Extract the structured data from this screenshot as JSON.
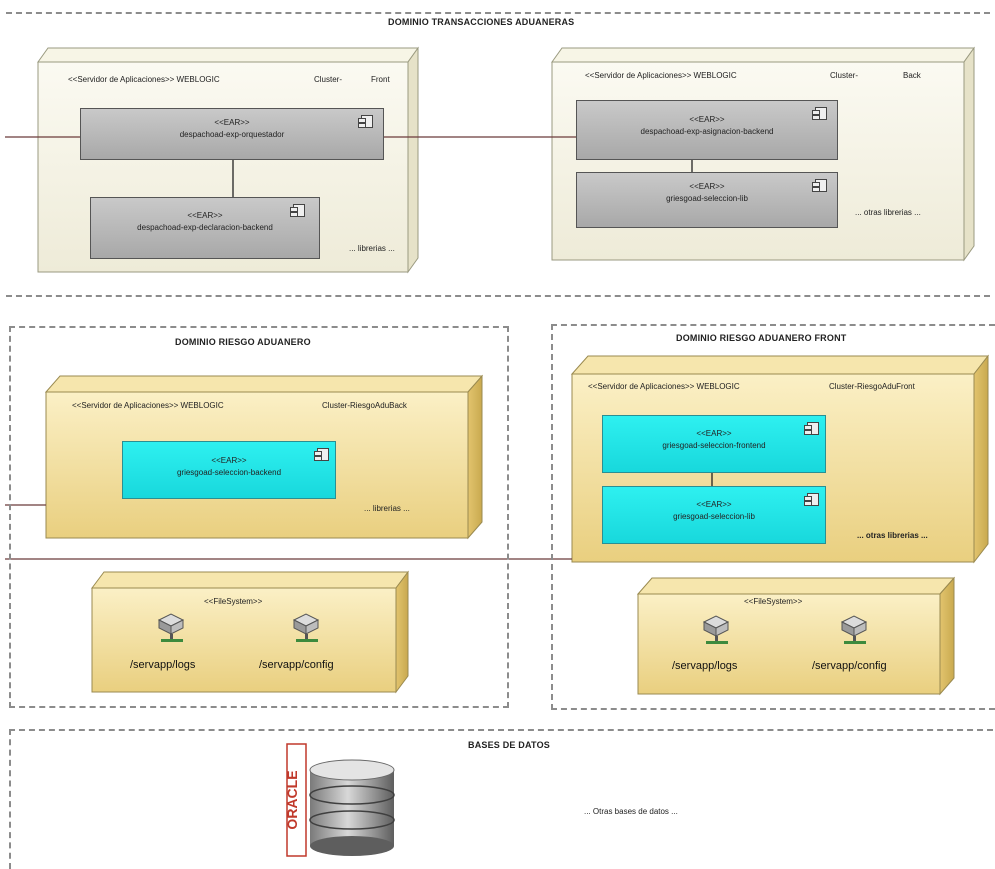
{
  "domains": {
    "transacciones": {
      "title": "DOMINIO TRANSACCIONES ADUANERAS",
      "front_node": {
        "stereotype": "<<Servidor de Aplicaciones>> WEBLOGIC",
        "cluster": "Cluster-",
        "cluster_role": "Front",
        "components": [
          {
            "stereotype": "<<EAR>>",
            "name": "despachoad-exp-orquestador"
          },
          {
            "stereotype": "<<EAR>>",
            "name": "despachoad-exp-declaracion-backend"
          }
        ],
        "extra": "... librerias ..."
      },
      "back_node": {
        "stereotype": "<<Servidor de Aplicaciones>> WEBLOGIC",
        "cluster": "Cluster-",
        "cluster_role": "Back",
        "components": [
          {
            "stereotype": "<<EAR>>",
            "name": "despachoad-exp-asignacion-backend"
          },
          {
            "stereotype": "<<EAR>>",
            "name": "griesgoad-seleccion-lib"
          }
        ],
        "extra": "... otras librerias ..."
      }
    },
    "riesgo": {
      "title": "DOMINIO RIESGO ADUANERO",
      "node": {
        "stereotype": "<<Servidor de Aplicaciones>> WEBLOGIC",
        "cluster": "Cluster-RiesgoAduBack",
        "components": [
          {
            "stereotype": "<<EAR>>",
            "name": "griesgoad-seleccion-backend"
          }
        ],
        "extra": "... librerias ..."
      },
      "filesystem": {
        "stereotype": "<<FileSystem>>",
        "items": [
          "/servapp/logs",
          "/servapp/config"
        ]
      }
    },
    "riesgo_front": {
      "title": "DOMINIO RIESGO ADUANERO FRONT",
      "node": {
        "stereotype": "<<Servidor de Aplicaciones>> WEBLOGIC",
        "cluster": "Cluster-RiesgoAduFront",
        "components": [
          {
            "stereotype": "<<EAR>>",
            "name": "griesgoad-seleccion-frontend"
          },
          {
            "stereotype": "<<EAR>>",
            "name": "griesgoad-seleccion-lib"
          }
        ],
        "extra": "... otras librerias ..."
      },
      "filesystem": {
        "stereotype": "<<FileSystem>>",
        "items": [
          "/servapp/logs",
          "/servapp/config"
        ]
      }
    },
    "bases": {
      "title": "BASES DE DATOS",
      "logo_text": "ORACLE",
      "other": "... Otras bases de datos ..."
    }
  },
  "colors": {
    "node_gold": "#f2dc9a",
    "node_pale": "#f4f1e1",
    "component_gray": "#b7b7b7",
    "component_cyan": "#22e6e8",
    "region_border": "#8c8c8c"
  }
}
